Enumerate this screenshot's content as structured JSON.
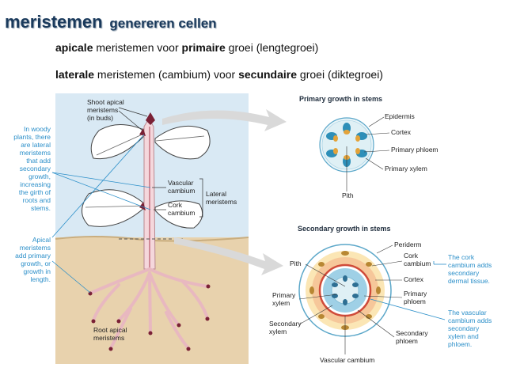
{
  "slide": {
    "title_main": "meristemen",
    "title_rest": "genereren cellen",
    "line1": {
      "b1": "apicale",
      "t1": " meristemen voor ",
      "b2": "primaire",
      "t2": " groei (lengtegroei)"
    },
    "line2": {
      "b1": "laterale",
      "t1": " meristemen (cambium) voor ",
      "b2": "secundaire",
      "t2": " groei (diktegroei)"
    }
  },
  "plant": {
    "shoot_label": [
      "Shoot apical",
      "meristems",
      "(in buds)"
    ],
    "vascular_label": [
      "Vascular",
      "cambium"
    ],
    "cork_label": [
      "Cork",
      "cambium"
    ],
    "lateral_label": [
      "Lateral",
      "meristems"
    ],
    "root_label": [
      "Root apical",
      "meristems"
    ],
    "woody_note": [
      "In woody",
      "plants, there",
      "are lateral",
      "meristems",
      "that add",
      "secondary",
      "growth,",
      "increasing",
      "the girth of",
      "roots and",
      "stems."
    ],
    "apical_note": [
      "Apical",
      "meristems",
      "add primary",
      "growth, or",
      "growth in",
      "length."
    ]
  },
  "primary": {
    "heading": "Primary growth in stems",
    "labels": [
      "Epidermis",
      "Cortex",
      "Primary phloem",
      "Primary xylem",
      "Pith"
    ]
  },
  "secondary": {
    "heading": "Secondary growth in stems",
    "labels": {
      "periderm": "Periderm",
      "cork": [
        "Cork",
        "cambium"
      ],
      "cortex": "Cortex",
      "pphloem": [
        "Primary",
        "phloem"
      ],
      "sphloem": [
        "Secondary",
        "phloem"
      ],
      "pith": "Pith",
      "pxylem": [
        "Primary",
        "xylem"
      ],
      "sxylem": [
        "Secondary",
        "xylem"
      ],
      "vc": "Vascular cambium"
    },
    "cork_note": [
      "The cork",
      "cambium adds",
      "secondary",
      "dermal tissue."
    ],
    "vascular_note": [
      "The vascular",
      "cambium adds",
      "secondary",
      "xylem and",
      "phloem."
    ]
  }
}
